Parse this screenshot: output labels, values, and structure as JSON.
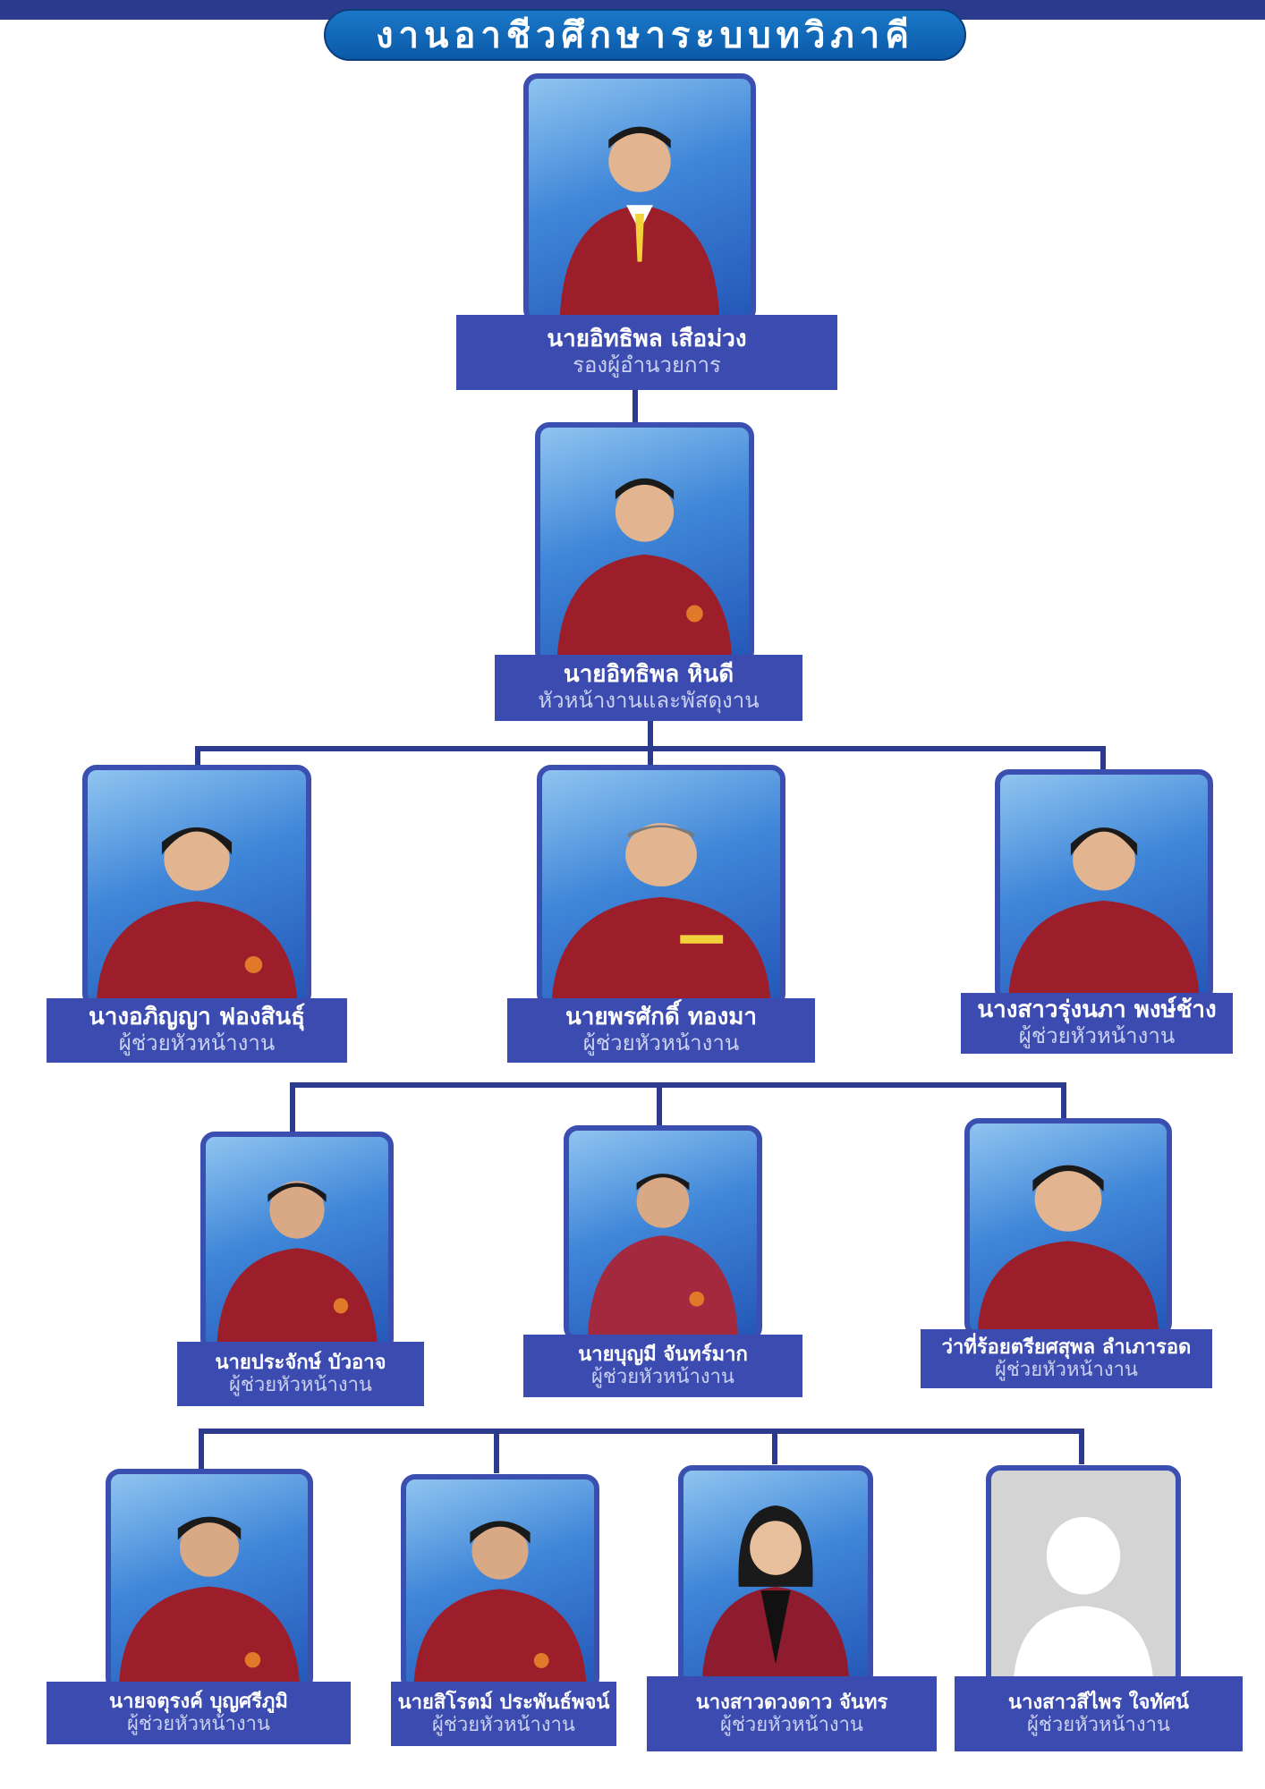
{
  "title": "งานอาชีวศึกษาระบบทวิภาคี",
  "people": [
    {
      "name": "นายอิทธิพล เสือม่วง",
      "role": "รองผู้อำนวยการ"
    },
    {
      "name": "นายอิทธิพล  หินดี",
      "role": "หัวหน้างานและพัสดุงาน"
    },
    {
      "name": "นางอภิญญา  ฟองสินธุ์",
      "role": "ผู้ช่วยหัวหน้างาน"
    },
    {
      "name": "นายพรศักดิ์  ทองมา",
      "role": "ผู้ช่วยหัวหน้างาน"
    },
    {
      "name": "นางสาวรุ่งนภา พงษ์ช้าง",
      "role": "ผู้ช่วยหัวหน้างาน"
    },
    {
      "name": "นายประจักษ์  บัวอาจ",
      "role": "ผู้ช่วยหัวหน้างาน"
    },
    {
      "name": "นายบุญมี  จันทร์มาก",
      "role": "ผู้ช่วยหัวหน้างาน"
    },
    {
      "name": "ว่าที่ร้อยตรียศสุพล ลำเภารอด",
      "role": "ผู้ช่วยหัวหน้างาน"
    },
    {
      "name": "นายจตุรงค์  บุญศรีภูมิ",
      "role": "ผู้ช่วยหัวหน้างาน"
    },
    {
      "name": "นายสิโรตม์  ประพันธ์พจน์",
      "role": "ผู้ช่วยหัวหน้างาน"
    },
    {
      "name": "นางสาวดวงดาว จันทร",
      "role": "ผู้ช่วยหัวหน้างาน"
    },
    {
      "name": "นางสาวสีไพร ใจทัศน์",
      "role": "ผู้ช่วยหัวหน้างาน"
    }
  ],
  "colors": {
    "navy": "#2b3a8c",
    "label_bg": "#3b4bb0",
    "shirt": "#9c1e2a",
    "photo_blue": "#3f86d8"
  }
}
